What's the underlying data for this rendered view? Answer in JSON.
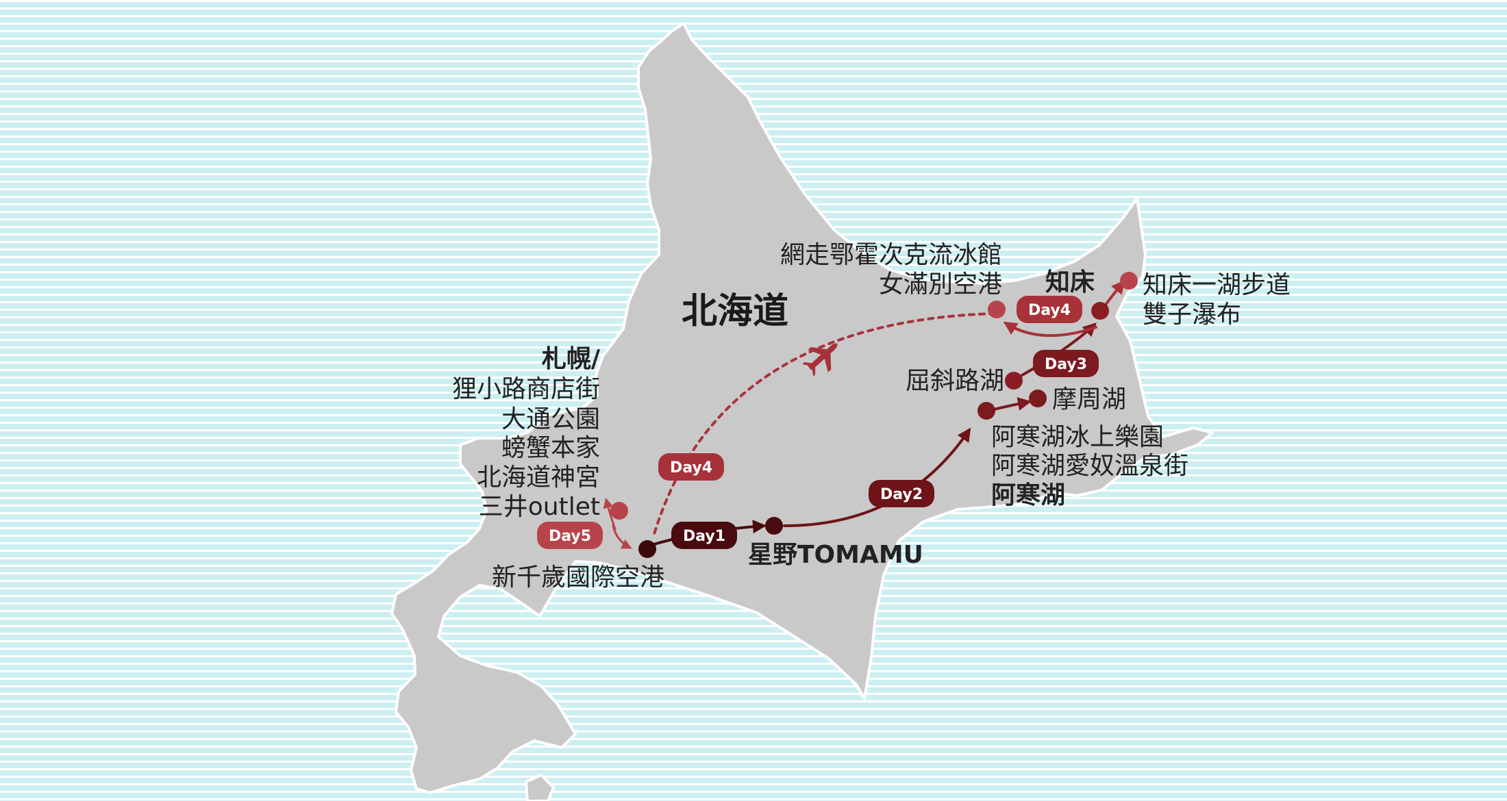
{
  "map": {
    "region_label": "北海道",
    "colors": {
      "sea": "#cdeff2",
      "sea_lines": "#ffffff",
      "land": "#c9c9c9",
      "coast": "#ffffff",
      "day1": "#4a0b0e",
      "day2": "#6e1418",
      "day3": "#7c1a1f",
      "day4": "#a8323a",
      "day5": "#b8444b"
    },
    "day_labels": {
      "day1": "Day1",
      "day2": "Day2",
      "day3": "Day3",
      "day4_east": "Day4",
      "day4_flight": "Day4",
      "day5": "Day5"
    },
    "places": {
      "sapporo": [
        "札幌/",
        "狸小路商店街",
        "大通公園",
        "螃蟹本家",
        "北海道神宮",
        "三井outlet"
      ],
      "chitose": "新千歲國際空港",
      "tomamu": "星野TOMAMU",
      "akan_sights": [
        "阿寒湖冰上樂園",
        "阿寒湖愛奴溫泉街"
      ],
      "akan": "阿寒湖",
      "mashu": "摩周湖",
      "kussharo": "屈斜路湖",
      "abashiri": [
        "網走鄂霍次克流冰館",
        "女滿別空港"
      ],
      "shiretoko": "知床",
      "shiretoko_sights": [
        "知床一湖步道",
        "雙子瀑布"
      ]
    },
    "icons": {
      "plane": "airplane-icon"
    }
  }
}
